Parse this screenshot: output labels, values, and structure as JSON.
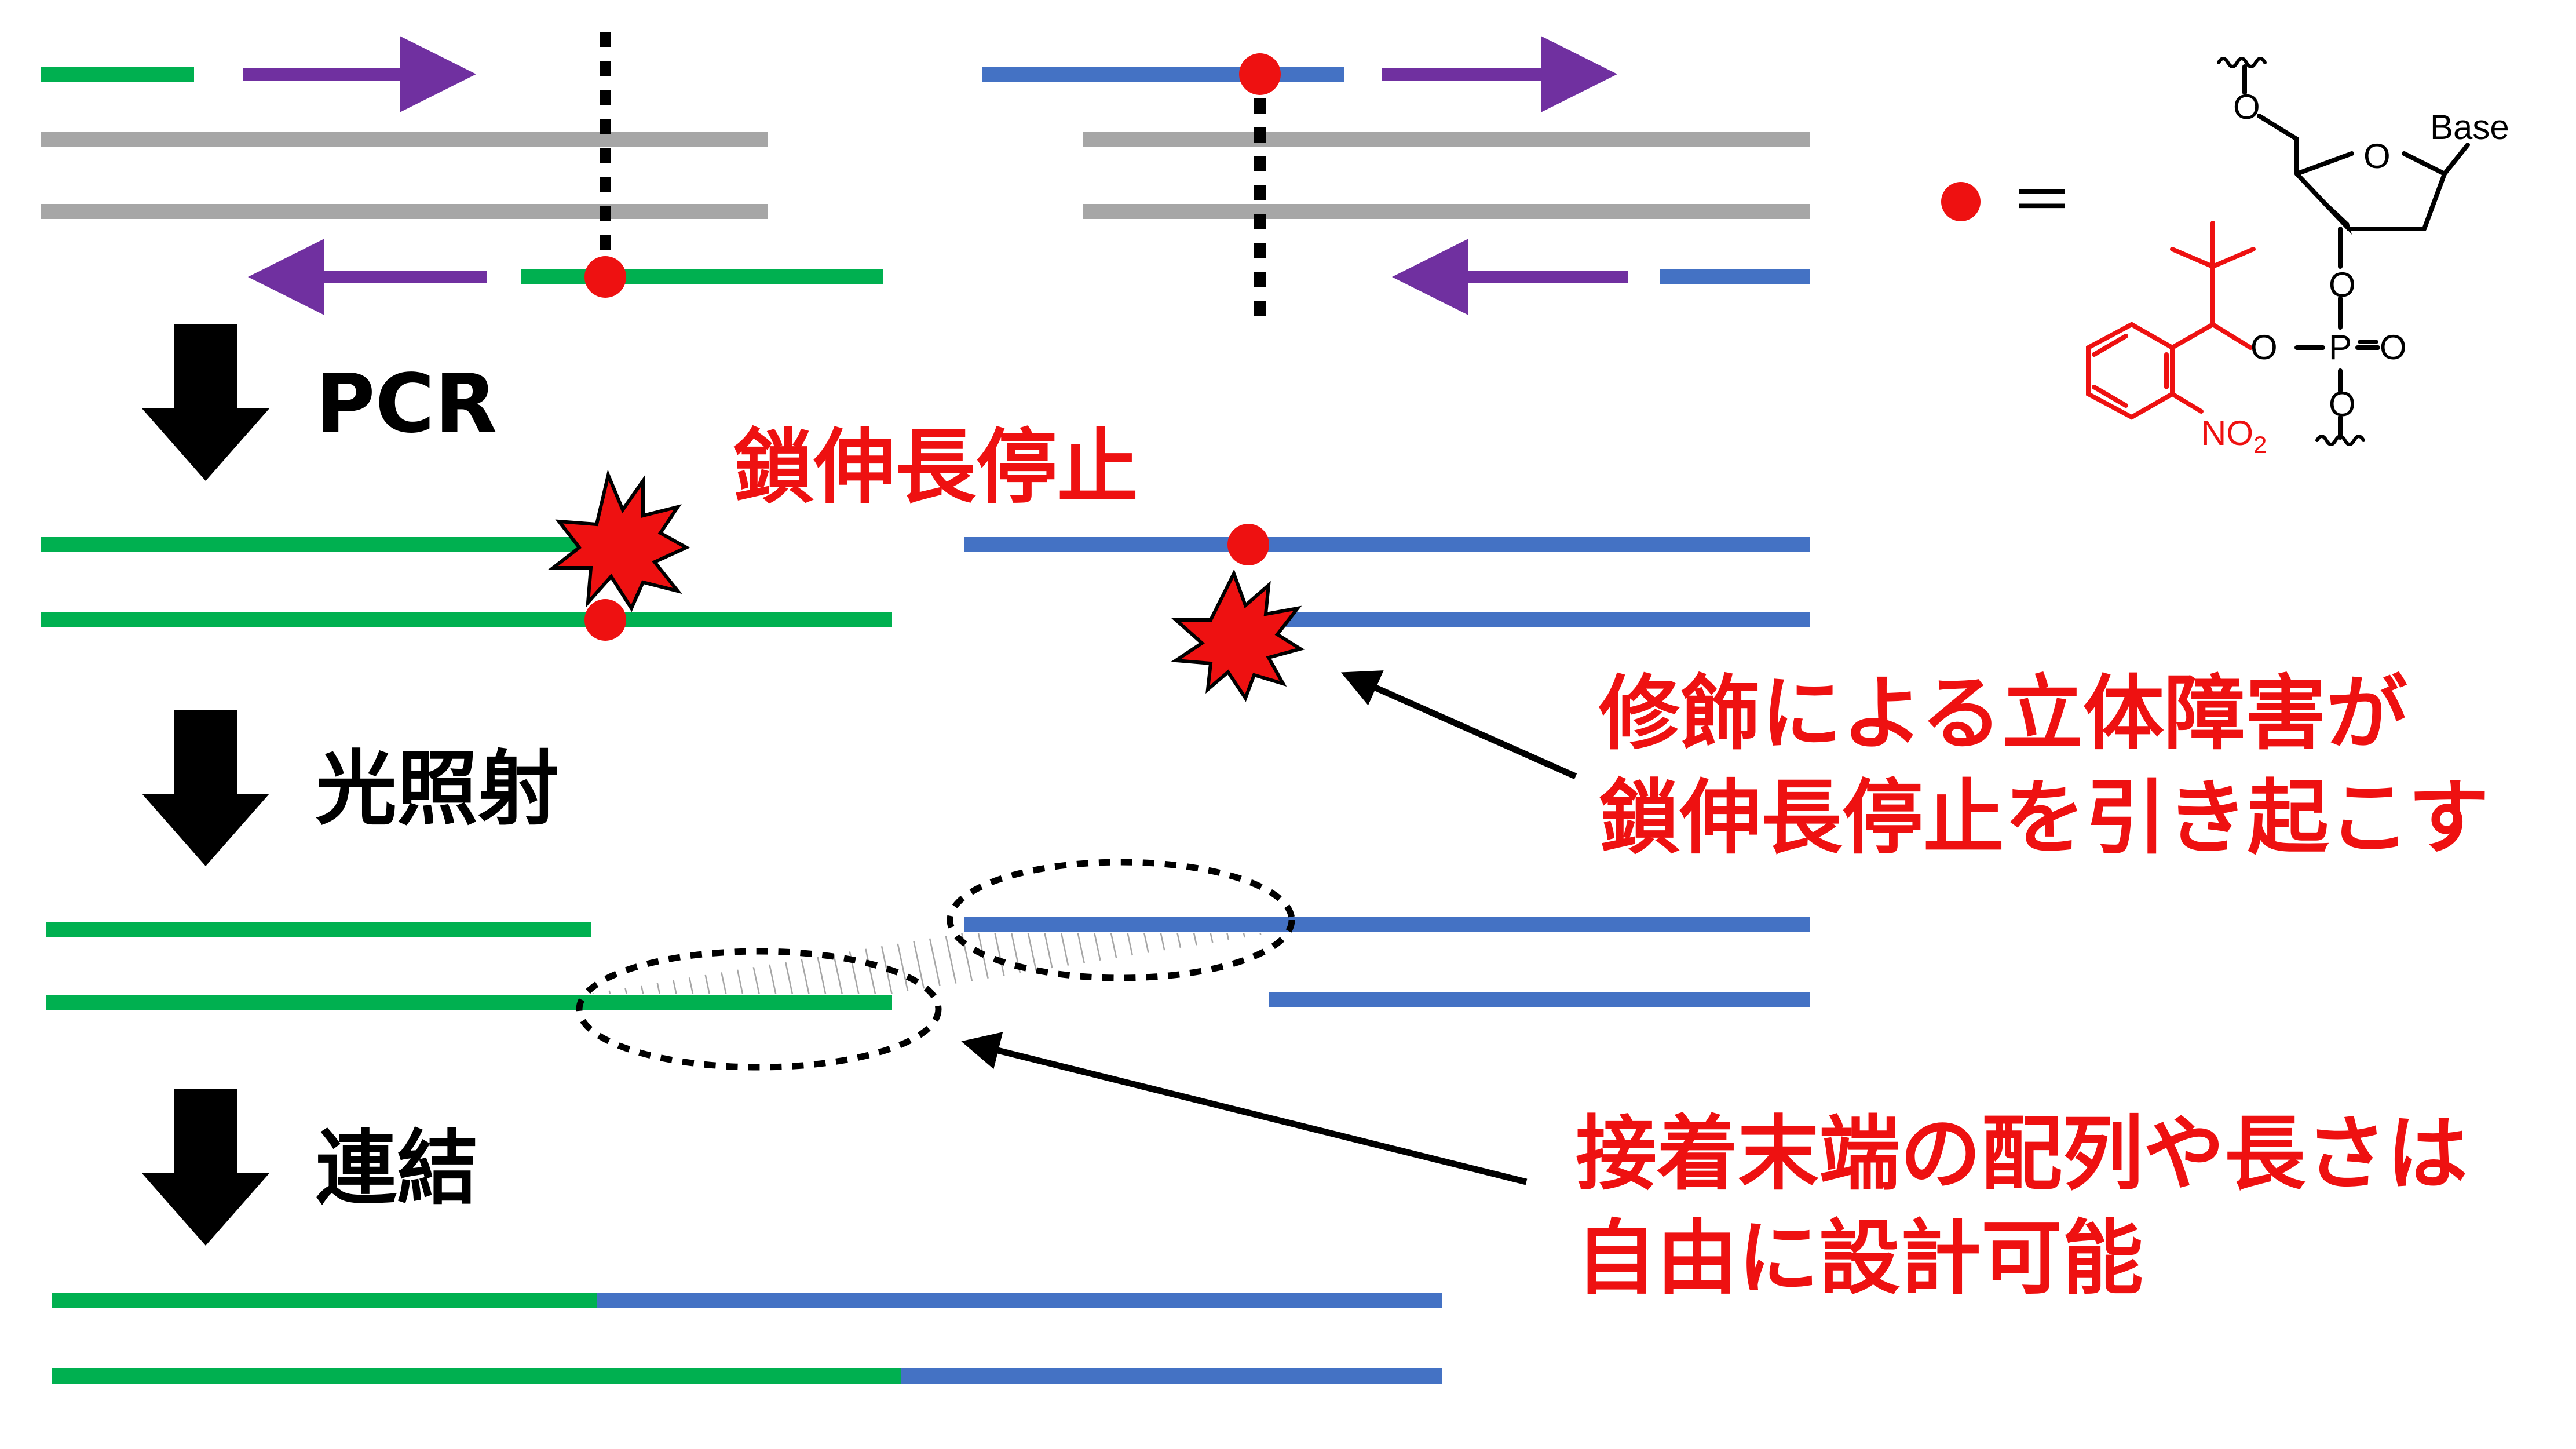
{
  "steps": {
    "pcr": "PCR",
    "light": "光照射",
    "ligation": "連結"
  },
  "annotations": {
    "chain_stop": "鎖伸長停止",
    "steric_line1": "修飾による立体障害が",
    "steric_line2": "鎖伸長停止を引き起こす",
    "overhang_line1": "接着末端の配列や長さは",
    "overhang_line2": "自由に設計可能"
  },
  "legend": {
    "equals": "＝"
  },
  "structure": {
    "base": "Base",
    "o_ring": "O",
    "o_5prime": "O",
    "o_3prime": "O",
    "p": "P",
    "o_double": "O",
    "o_ester": "O",
    "o_lower": "O",
    "no2": "NO",
    "no2_sub": "2"
  },
  "colors": {
    "green": "#00b050",
    "blue": "#4472c4",
    "purple": "#7030a0",
    "gray": "#a6a6a6",
    "red": "#ee1111",
    "black": "#000000"
  }
}
